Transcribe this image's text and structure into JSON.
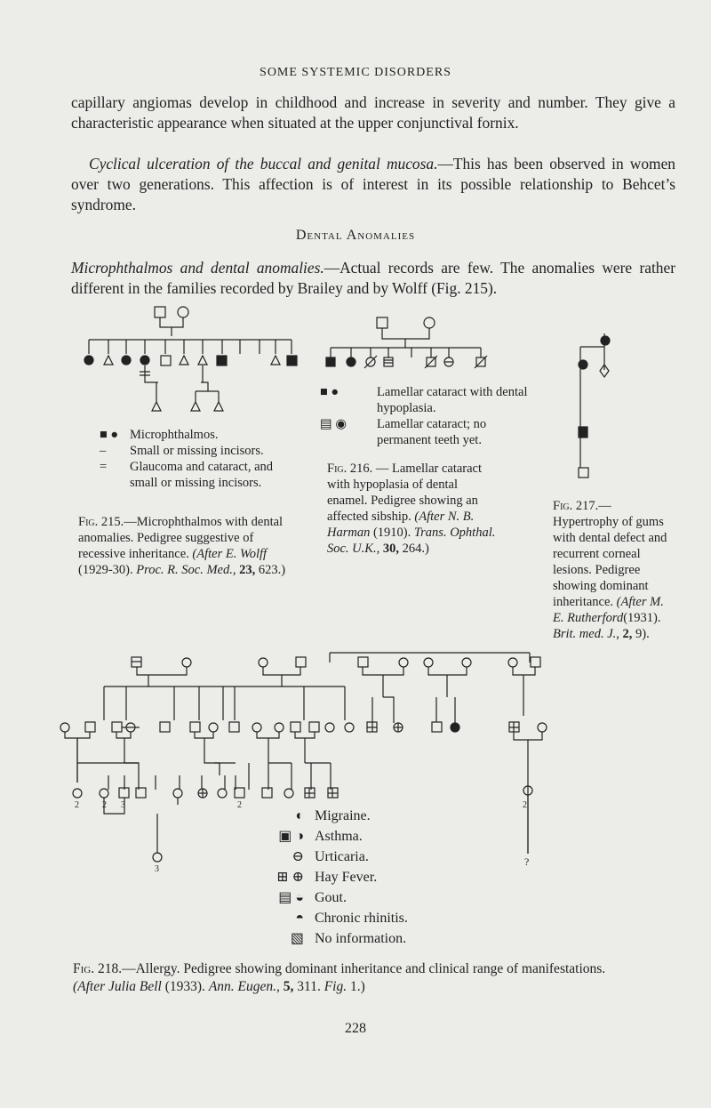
{
  "header": "SOME SYSTEMIC DISORDERS",
  "para1": "capillary angiomas develop in childhood and increase in severity and number. They give a characteristic appearance when situated at the upper conjunctival fornix.",
  "para2_lead": "Cyclical ulceration of the buccal and genital mucosa.",
  "para2_body": "—This has been observed in women over two generations. This affection is of interest in its possible relationship to Behcet’s syndrome.",
  "section_title": "Dental Anomalies",
  "para3_lead": "Microphthalmos and dental anomalies.",
  "para3_body": "—Actual records are few. The anomalies were rather different in the families recorded by Brailey and by Wolff (Fig. 215).",
  "fig215": {
    "legend": [
      {
        "symbol": "■ ●",
        "text": "Microphthalmos."
      },
      {
        "symbol": "–",
        "text": "Small or missing incisors."
      },
      {
        "symbol": "=",
        "text": "Glaucoma and cataract, and small or missing incisors."
      }
    ],
    "caption_label": "Fig. 215.",
    "caption_text": "—Microphthalmos with dental anomalies. Pedigree suggestive of recessive inheritance.",
    "caption_cite_a": "(After E. Wolff",
    "caption_cite_b": "(1929-30).",
    "caption_cite_c": "Proc. R. Soc. Med.,",
    "caption_cite_d": "23,",
    "caption_cite_e": "623.)"
  },
  "fig216": {
    "legend": [
      {
        "symbol": "■ ●",
        "text": "Lamellar cataract with dental hypoplasia."
      },
      {
        "symbol": "▤ ◉",
        "text": "Lamellar cataract; no permanent teeth yet."
      }
    ],
    "caption_label": "Fig. 216.",
    "caption_text": "— Lamellar cataract with hypoplasia of dental enamel. Pedigree showing an affected sibship.",
    "caption_cite_a": "(After N. B. Harman",
    "caption_cite_b": "(1910).",
    "caption_cite_c": "Trans. Ophthal. Soc. U.K.,",
    "caption_cite_d": "30,",
    "caption_cite_e": "264.)"
  },
  "fig217": {
    "caption_label": "Fig. 217.",
    "caption_text": "—Hypertrophy of gums with dental defect and recurrent corneal lesions. Pedigree showing dominant inheritance.",
    "caption_cite_a": "(After M. E. Rutherford",
    "caption_cite_b": "(1931).",
    "caption_cite_c": "Brit. med. J.,",
    "caption_cite_d": "2,",
    "caption_cite_e": "9)."
  },
  "fig218": {
    "legend": [
      {
        "symbol": "◐",
        "text": "Migraine."
      },
      {
        "symbol": "▣ ◑",
        "text": "Asthma."
      },
      {
        "symbol": "⊖",
        "text": "Urticaria."
      },
      {
        "symbol": "⊞ ⊕",
        "text": "Hay Fever."
      },
      {
        "symbol": "▤ ◒",
        "text": "Gout."
      },
      {
        "symbol": "◓",
        "text": "Chronic rhinitis."
      },
      {
        "symbol": "▧",
        "text": "No information."
      }
    ],
    "counts": [
      "2",
      "2",
      "3",
      "2",
      "3",
      "2",
      "?"
    ],
    "caption_label": "Fig. 218.",
    "caption_text": "—Allergy. Pedigree showing dominant inheritance and clinical range of manifestations.",
    "caption_cite_a": "(After Julia Bell",
    "caption_cite_b": "(1933).",
    "caption_cite_c": "Ann. Eugen.,",
    "caption_cite_d": "5,",
    "caption_cite_e": "311.",
    "caption_cite_f": "Fig.",
    "caption_cite_g": "1.)"
  },
  "page_number": "228"
}
